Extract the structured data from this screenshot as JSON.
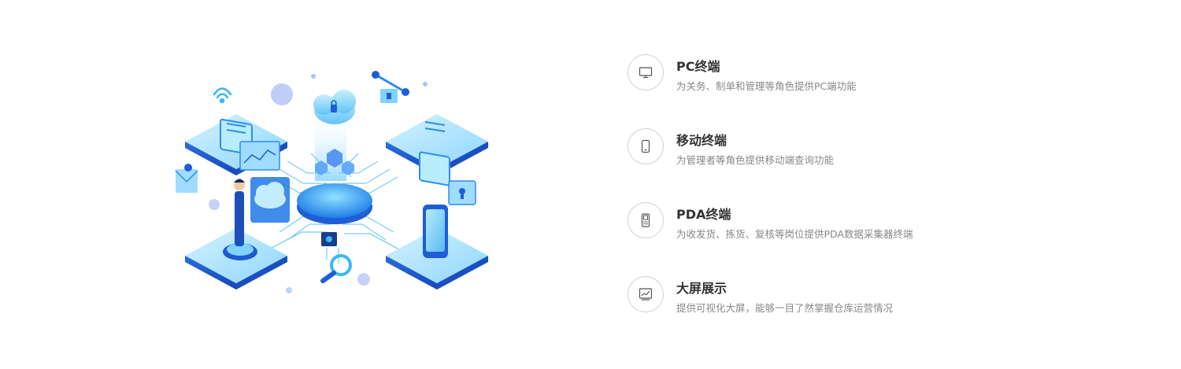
{
  "features": [
    {
      "title": "PC终端",
      "description": "为关务、制单和管理等角色提供PC端功能",
      "icon": "monitor-icon"
    },
    {
      "title": "移动终端",
      "description": "为管理者等角色提供移动端查询功能",
      "icon": "mobile-phone-icon"
    },
    {
      "title": "PDA终端",
      "description": "为收发货、拣货、复核等岗位提供PDA数据采集器终端",
      "icon": "pda-scanner-icon"
    },
    {
      "title": "大屏展示",
      "description": "提供可视化大屏，能够一目了然掌握仓库运营情况",
      "icon": "chart-screen-icon"
    }
  ],
  "illustration": {
    "name": "isometric-cloud-network-illustration",
    "colors": {
      "primary": "#1e5fd0",
      "light": "#9fdcff",
      "accent": "#2db4f5"
    }
  }
}
